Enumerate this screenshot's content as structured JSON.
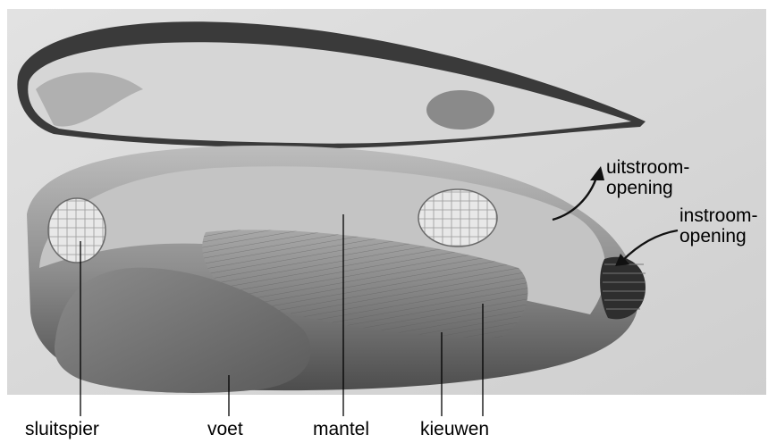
{
  "figure": {
    "icon": "clam-anatomy-illustration",
    "colors": {
      "background_panel": "#dcdcdc",
      "shell_dark": "#3a3a3a",
      "tissue_mid": "#9a9a9a",
      "tissue_light": "#c8c8c8",
      "line": "#000000"
    }
  },
  "labels": {
    "sluitspier": "sluitspier",
    "voet": "voet",
    "mantel": "mantel",
    "kieuwen": "kieuwen",
    "uitstroom_line1": "uitstroom-",
    "uitstroom_line2": "opening",
    "instroom_line1": "instroom-",
    "instroom_line2": "opening"
  }
}
